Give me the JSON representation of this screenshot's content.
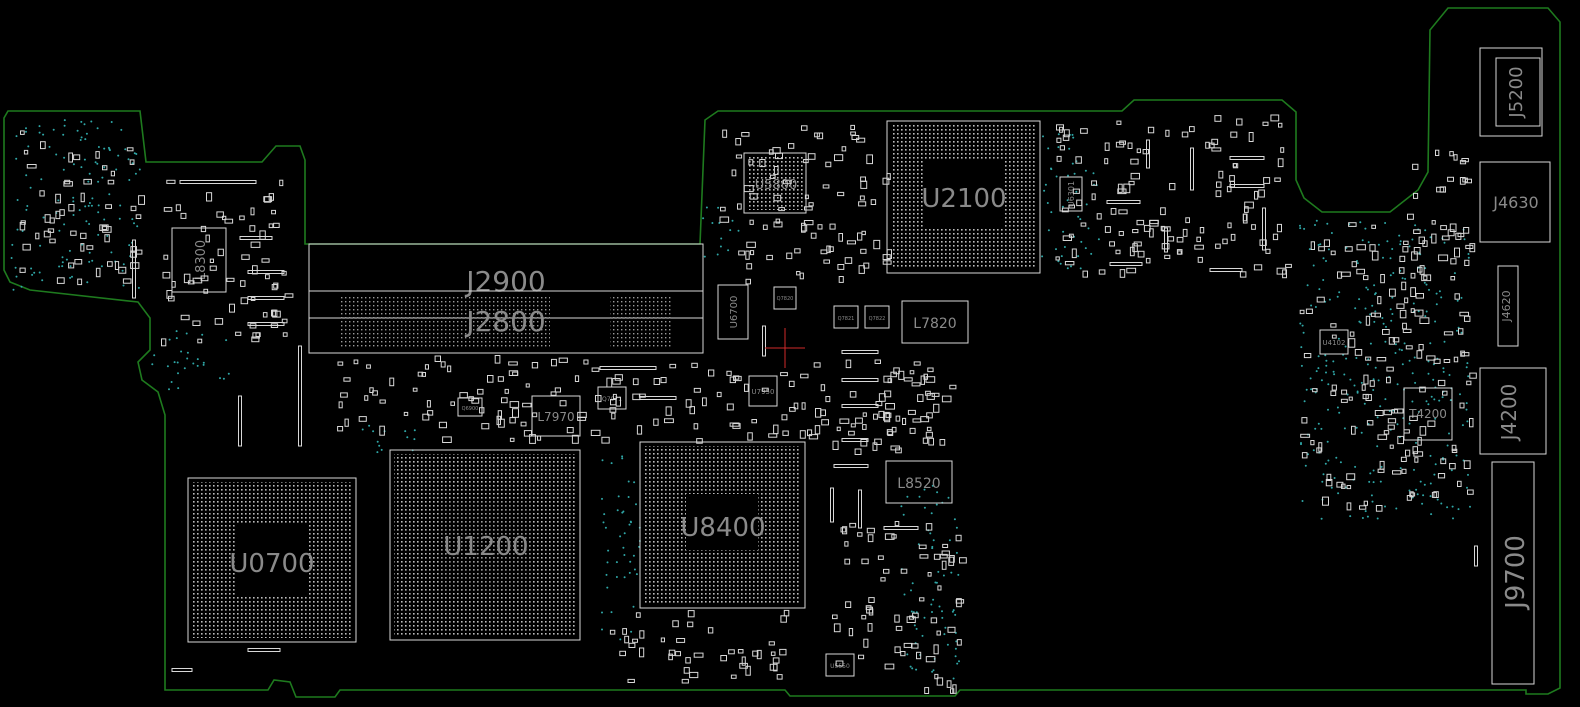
{
  "viewer": {
    "background": "#000000",
    "outline_color": "#1e7a1e",
    "part_color": "#d8d8d8",
    "label_color": "#8a8a8a",
    "pin_color": "#2fa7a7",
    "cursor_color": "#d02a2a"
  },
  "components": {
    "u0700": "U0700",
    "u1200": "U1200",
    "u8400": "U8400",
    "u2100": "U2100",
    "u5800": "U5800",
    "j2900": "J2900",
    "j2800": "J2800",
    "l8300": "L8300",
    "l7970": "L7970",
    "l7820": "L7820",
    "l8520": "L8520",
    "u6700": "U6700",
    "u6301": "U6301",
    "u7950": "U7950",
    "u4102": "U4102",
    "u5550": "U5550",
    "t4200": "T4200",
    "j4200": "J4200",
    "j4630": "J4630",
    "j5200": "J5200",
    "j4620": "J4620",
    "j9700": "J9700",
    "q7971": "Q7971",
    "q7820": "Q7820",
    "q7821": "Q7821",
    "q7822": "Q7822",
    "q6900": "Q6900"
  }
}
